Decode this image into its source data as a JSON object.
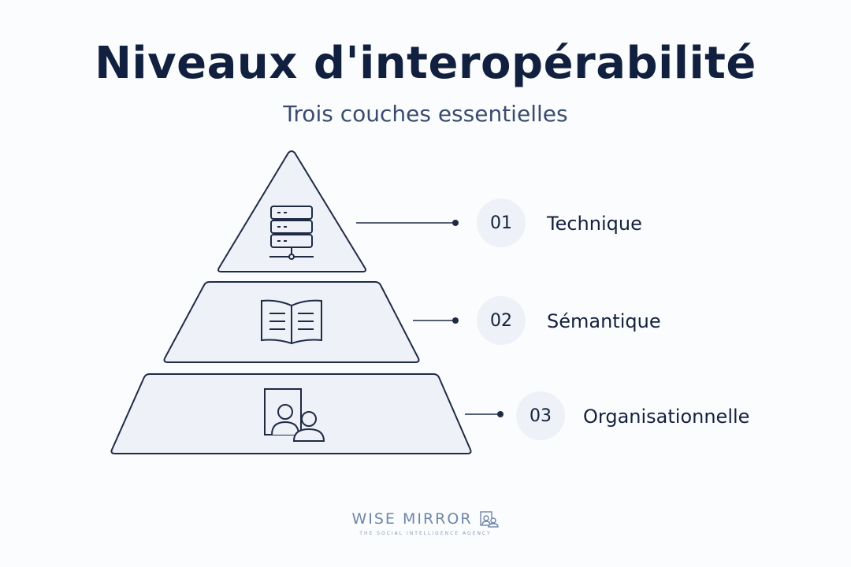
{
  "header": {
    "title": "Niveaux d'interopérabilité",
    "subtitle": "Trois couches essentielles"
  },
  "levels": [
    {
      "number": "01",
      "label": "Technique",
      "icon": "server-icon"
    },
    {
      "number": "02",
      "label": "Sémantique",
      "icon": "book-icon"
    },
    {
      "number": "03",
      "label": "Organisationnelle",
      "icon": "people-icon"
    }
  ],
  "brand": {
    "name": "WISE MIRROR",
    "tagline": "THE SOCIAL INTELLIGENCE AGENCY",
    "icon": "people-frame-icon"
  },
  "colors": {
    "title": "#12203f",
    "layer_fill": "#eef1f7",
    "layer_stroke": "#1f2b45",
    "badge_fill": "#eef1f7",
    "brand": "#6f86a8"
  }
}
